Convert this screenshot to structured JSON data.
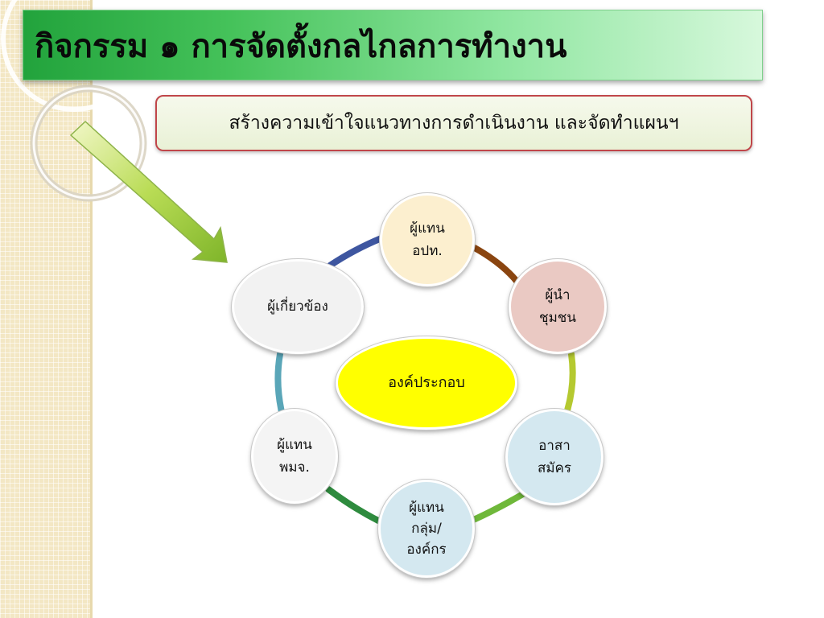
{
  "title": "กิจกรรม ๑ การจัดตั้งกลไกลการทำงาน",
  "subtitle": "สร้างความเข้าใจแนวทางการดำเนินงาน และจัดทำแผนฯ",
  "diagram": {
    "center": "องค์ประกอบ",
    "nodes": [
      {
        "id": "rep-local-gov",
        "label": "ผู้แทน\nอปท."
      },
      {
        "id": "community-leader",
        "label": "ผู้นำ\nชุมชน"
      },
      {
        "id": "volunteer",
        "label": "อาสา\nสมัคร"
      },
      {
        "id": "rep-group-org",
        "label": "ผู้แทน\nกลุ่ม/\nองค์กร"
      },
      {
        "id": "rep-pmj",
        "label": "ผู้แทน\nพมจ."
      },
      {
        "id": "related-people",
        "label": "ผู้เกี่ยวข้อง"
      }
    ]
  },
  "colors": {
    "title_green": "#22a33c",
    "subtitle_border": "#c0464a",
    "center_fill": "#ffff00",
    "ring_segments": [
      "#8a4510",
      "#b5c930",
      "#6fb83a",
      "#2e8b3e",
      "#5aa6b8",
      "#3e56a0"
    ],
    "node_fills": [
      "#fcefcf",
      "#eac9c3",
      "#d4e8f0",
      "#d4e8f0",
      "#f4f4f4",
      "#f2f2f2"
    ]
  }
}
